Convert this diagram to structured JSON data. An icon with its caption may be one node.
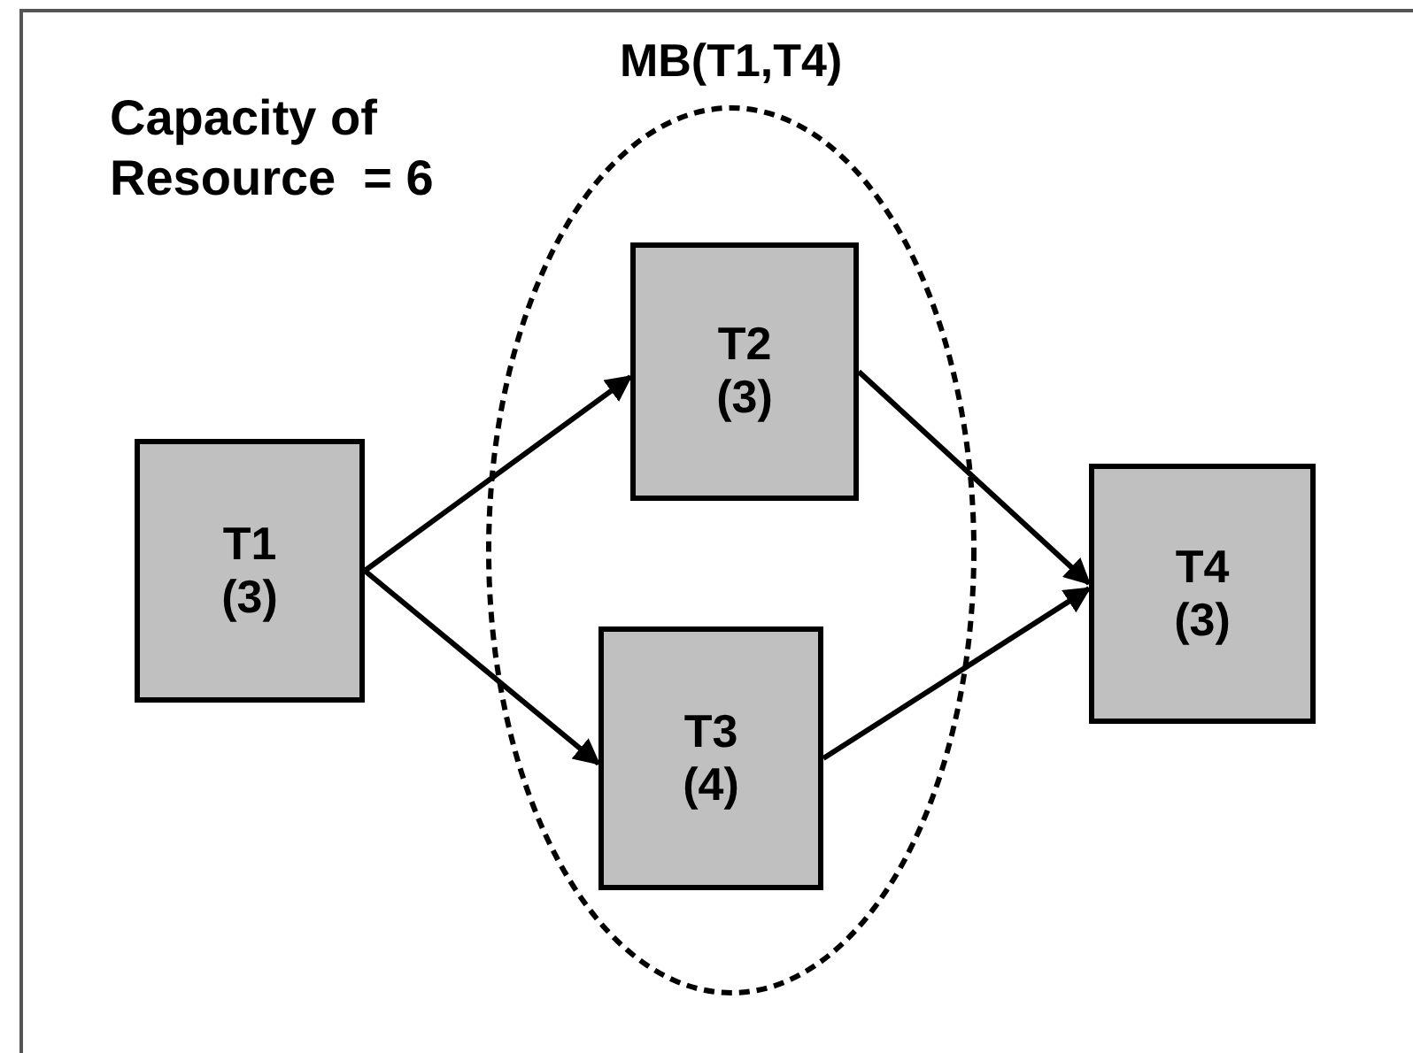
{
  "diagram": {
    "nodes": [
      {
        "text": [
          "MB(T1,T4)"
        ]
      },
      {
        "text": [
          "T1",
          "(3)"
        ]
      },
      {
        "text": [
          "T2",
          "(3)"
        ],
        "in": 0
      },
      {
        "text": [
          "T3",
          "(4)"
        ],
        "in": 0
      },
      {
        "text": [
          "T4",
          "(3)"
        ]
      }
    ],
    "edges": [
      {
        "from": 1,
        "to": 2,
        "arrow": "to"
      },
      {
        "from": 1,
        "to": 3,
        "arrow": "to"
      },
      {
        "from": 2,
        "to": 4,
        "arrow": "to"
      },
      {
        "from": 3,
        "to": 4,
        "arrow": "to"
      }
    ],
    "labels": [
      "Capacity of Resource  = 6"
    ]
  }
}
